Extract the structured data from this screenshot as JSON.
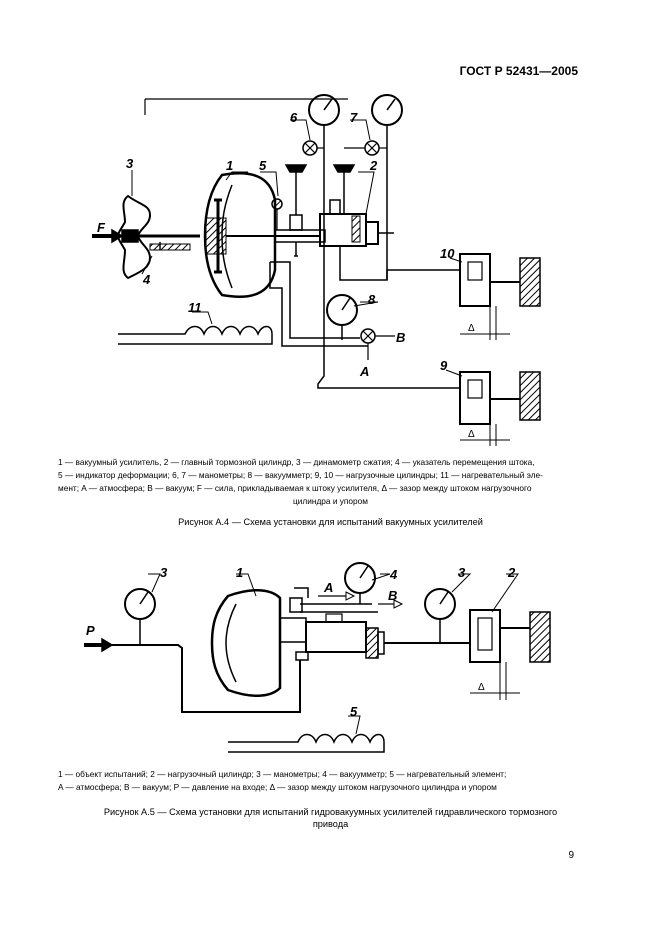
{
  "header": {
    "doc_id": "ГОСТ Р 52431—2005"
  },
  "figure_a4": {
    "labels": {
      "n1": "1",
      "n2": "2",
      "n3": "3",
      "n4": "4",
      "n5": "5",
      "n6": "6",
      "n7": "7",
      "n8": "8",
      "n9": "9",
      "n10": "10",
      "n11": "11",
      "F": "F",
      "A": "A",
      "B": "B",
      "delta": "Δ"
    },
    "legend": [
      "1 — вакуумный усилитель, 2 — главный тормозной цилиндр, 3 — динамометр сжатия; 4 — указатель перемещения штока,",
      "5 — индикатор деформации; 6, 7 — манометры; 8 — вакуумметр; 9, 10 — нагрузочные цилиндры; 11 — нагревательный эле-",
      "мент; A — атмосфера; B — вакуум; F — сила, прикладываемая к штоку усилителя, Δ — зазор между штоком нагрузочного",
      "цилиндра и упором"
    ],
    "caption": "Рисунок А.4 — Схема установки для испытаний вакуумных усилителей"
  },
  "figure_a5": {
    "labels": {
      "n1": "1",
      "n2": "2",
      "n3": "3",
      "n4": "4",
      "n5": "5",
      "P": "P",
      "A": "A",
      "B": "B",
      "delta": "Δ"
    },
    "legend": [
      "1 — объект испытаний; 2 — нагрузочный цилиндр; 3 — манометры; 4 — вакуумметр; 5 — нагревательный элемент;",
      "A — атмосфера; B — вакуум; P — давление на входе; Δ — зазор между штоком нагрузочного цилиндра и упором"
    ],
    "caption_line1": "Рисунок А.5 — Схема установки для испытаний гидровакуумных усилителей гидравлического тормозного",
    "caption_line2": "привода"
  },
  "footer": {
    "page_number": "9"
  }
}
